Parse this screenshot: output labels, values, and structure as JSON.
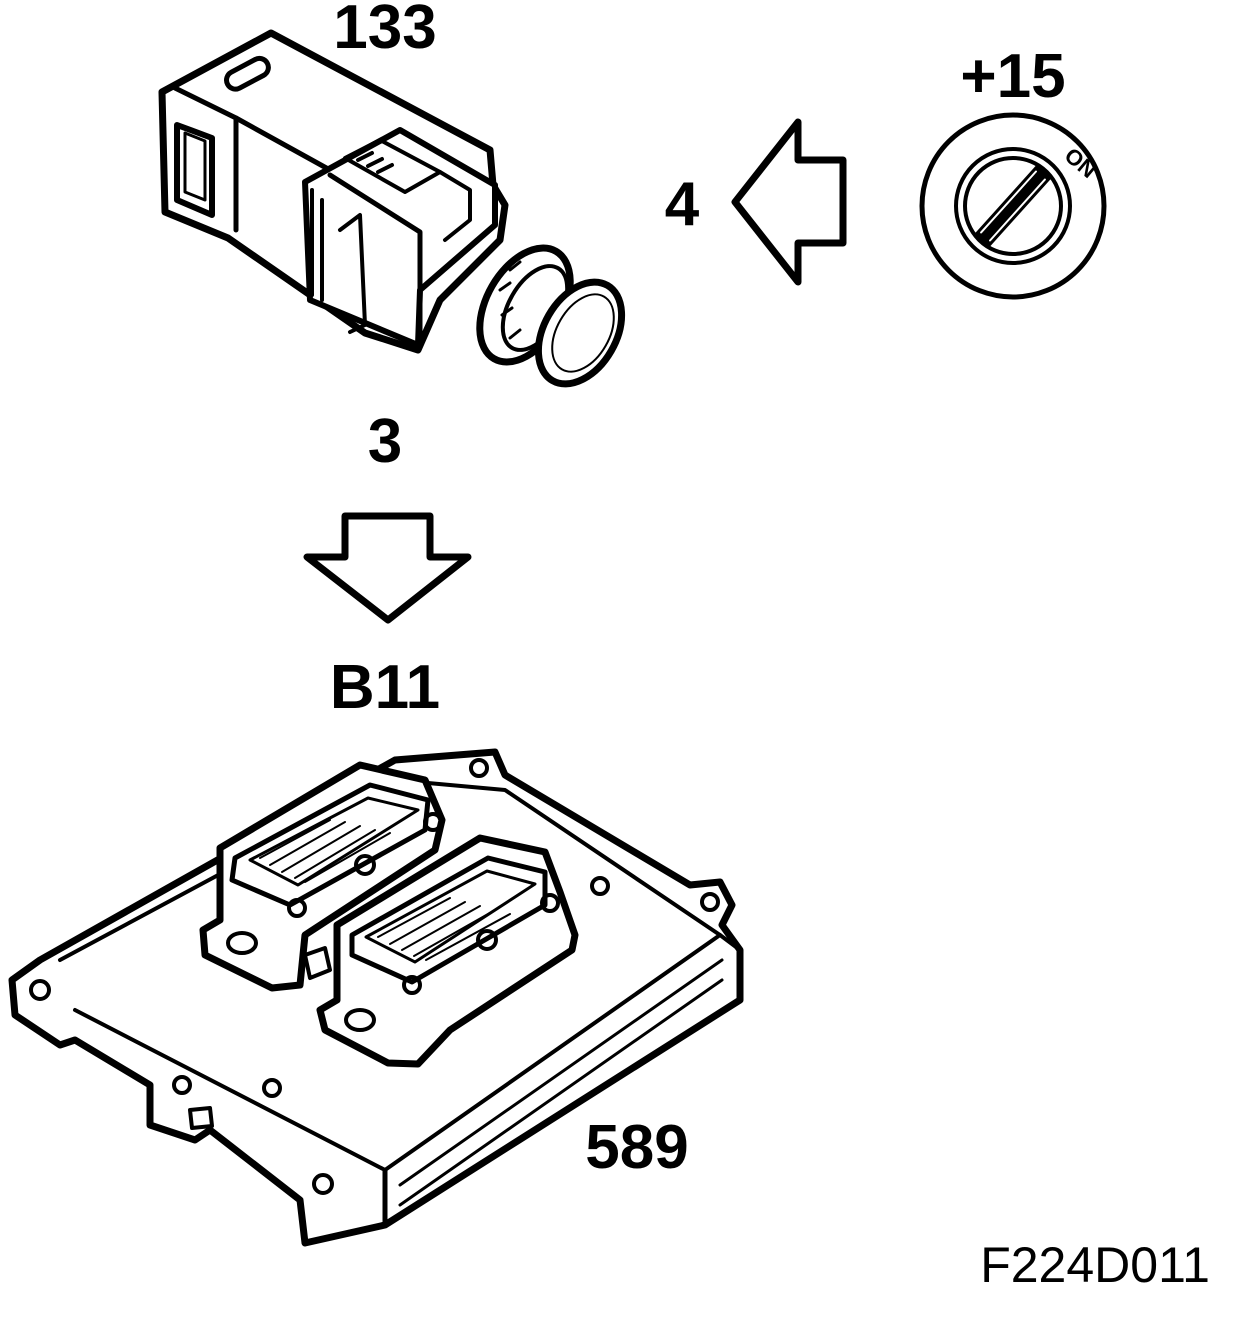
{
  "labels": {
    "switch_part": "133",
    "ignition_terminal": "+15",
    "ignition_on": "ON",
    "signal_into_switch": "4",
    "signal_out_of_switch": "3",
    "ecu_connector": "B11",
    "ecu_part": "589"
  },
  "figure_code": "F224D011",
  "colors": {
    "line": "#000000",
    "background": "#ffffff"
  }
}
